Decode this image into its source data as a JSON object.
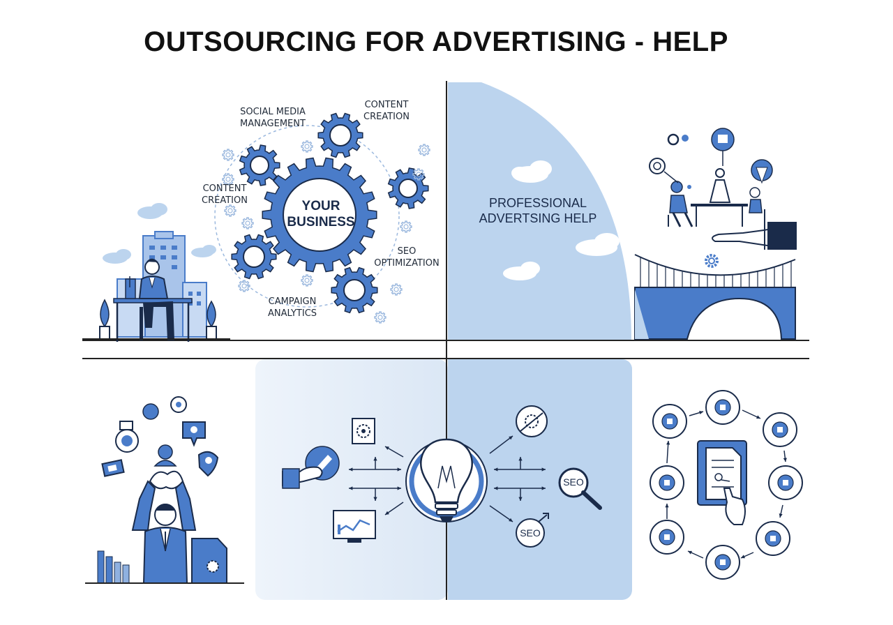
{
  "title": "OUTSOURCING FOR ADVERTISING - HELP",
  "colors": {
    "primary_blue": "#4a7cc9",
    "dark_navy": "#1a2b4a",
    "light_blue_panel": "#bcd4ee",
    "pale_blue_panel": "#e3edf8",
    "line": "#222222"
  },
  "top_left": {
    "center_gear": "YOUR\nBUSINESS",
    "services": [
      {
        "label": "SOCIAL MEDIA\nMANAGEMENT"
      },
      {
        "label": "CONTENT\nCREATION"
      },
      {
        "label": "CONTENT\nCREATION"
      },
      {
        "label": "SEO\nOPTIMIZATION"
      },
      {
        "label": "CAMPAIGN\nANALYTICS"
      }
    ]
  },
  "top_right": {
    "panel_label": "PROFESSIONAL\nADVERTSING HELP"
  },
  "bottom_middle": {
    "seo_badges": [
      "SEO",
      "SEO"
    ]
  },
  "icons": [
    "businessman-at-desk-icon",
    "city-buildings-icon",
    "gear-icon",
    "cloud-icon",
    "handshake-bridge-icon",
    "team-meeting-icon",
    "stressed-person-icon",
    "lightbulb-icon",
    "magnifier-icon",
    "tablet-document-icon",
    "workflow-cycle-icon"
  ]
}
